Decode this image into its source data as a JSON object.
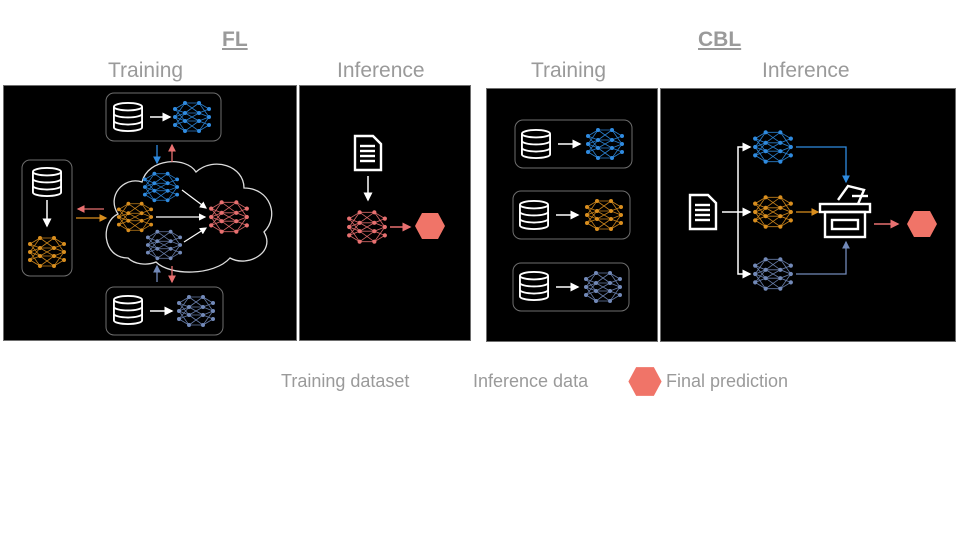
{
  "fl": {
    "title": "FL",
    "training_label": "Training",
    "inference_label": "Inference"
  },
  "cbl": {
    "title": "CBL",
    "training_label": "Training",
    "inference_label": "Inference"
  },
  "legend": {
    "training_dataset": "Training dataset",
    "inference_data": "Inference data",
    "final_prediction": "Final prediction"
  },
  "colors": {
    "blue_model": "#2f8be0",
    "orange_model": "#d98e1e",
    "slate_model": "#7289b8",
    "red_model": "#e87070",
    "prediction": "#f07468",
    "line_white": "#ffffff",
    "cloud": "#dddddd"
  },
  "icons": [
    "database-icon",
    "document-icon",
    "neural-network-icon",
    "cloud-icon",
    "ballot-box-icon",
    "prediction-hexagon-icon"
  ]
}
